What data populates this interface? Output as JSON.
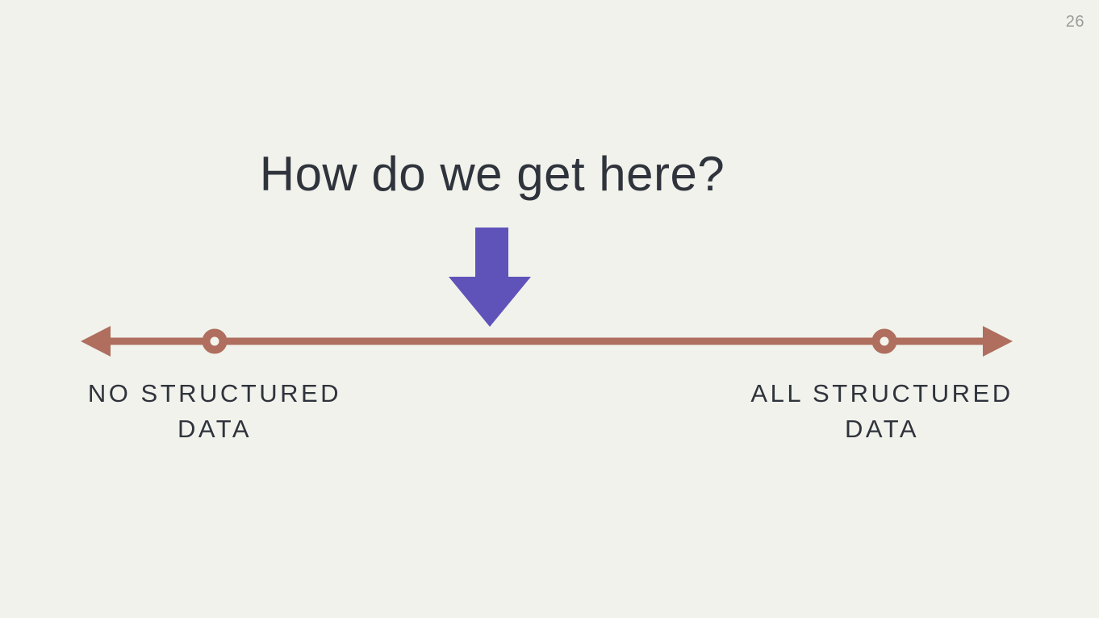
{
  "slide": {
    "page_number": "26",
    "title": "How do we get here?",
    "spectrum": {
      "left_label_line1": "NO STRUCTURED",
      "left_label_line2": "DATA",
      "right_label_line1": "ALL STRUCTURED",
      "right_label_line2": "DATA"
    },
    "icons": {
      "down_arrow": "down-arrow-icon",
      "left_arrowhead": "left-arrowhead-icon",
      "right_arrowhead": "right-arrowhead-icon",
      "left_marker": "ring-marker",
      "right_marker": "ring-marker"
    },
    "colors": {
      "background": "#f1f2eb",
      "text": "#2f333c",
      "accent_purple": "#5f53ba",
      "line_terracotta": "#af6e5e",
      "page_number_gray": "#9b9b99",
      "ring_inner": "#f3f4ee"
    }
  }
}
